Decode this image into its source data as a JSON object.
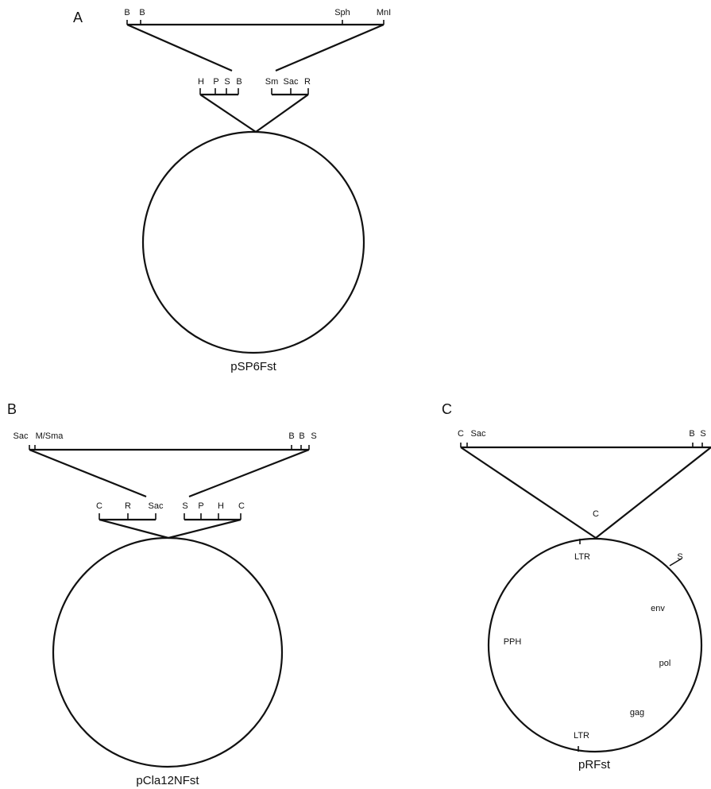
{
  "panels": {
    "a": {
      "letter": "A",
      "insert_sites": [
        "B",
        "B",
        "Sph",
        "MnI"
      ],
      "left_polylinker": [
        "H",
        "P",
        "S",
        "B"
      ],
      "right_polylinker": [
        "Sm",
        "Sac",
        "R"
      ],
      "plasmid_name": "pSP6Fst"
    },
    "b": {
      "letter": "B",
      "insert_sites": [
        "Sac",
        "M/Sma",
        "B",
        "B",
        "S"
      ],
      "left_polylinker": [
        "C",
        "R",
        "Sac"
      ],
      "right_polylinker": [
        "S",
        "P",
        "H",
        "C"
      ],
      "plasmid_name": "pCla12NFst"
    },
    "c": {
      "letter": "C",
      "insert_sites": [
        "C",
        "Sac",
        "B",
        "S"
      ],
      "junction_site": "C",
      "plasmid_sites": [
        "S"
      ],
      "plasmid_features": [
        "LTR",
        "env",
        "PPH",
        "pol",
        "gag",
        "LTR"
      ],
      "plasmid_name": "pRFst"
    }
  },
  "colors": {
    "ink": "#111111",
    "background": "#ffffff"
  }
}
